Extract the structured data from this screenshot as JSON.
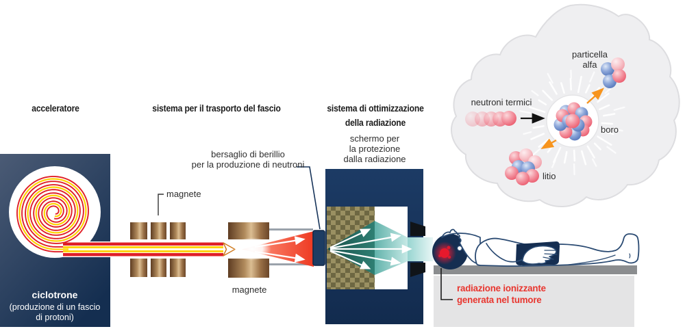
{
  "sections": {
    "accelerator_title": "acceleratore",
    "transport_title": "sistema per il trasporto del fascio",
    "optimization_title": "sistema di ottimizzazione\ndella radiazione"
  },
  "labels": {
    "shield": "schermo per\nla protezione\ndalla radiazione",
    "beryllium_target": "bersaglio di berillio\nper la produzione di neutroni",
    "magnet_top": "magnete",
    "magnet_bottom": "magnete",
    "cyclotron_title": "ciclotrone",
    "cyclotron_subtitle": "(produzione di un fascio\ndi protoni)",
    "tumor_radiation": "radiazione ionizzante\ngenerata nel tumore"
  },
  "inset": {
    "thermal_neutrons": "neutroni termici",
    "alpha_particle": "particella\nalfa",
    "boron": "boro",
    "lithium": "litio"
  },
  "colors": {
    "navy": "#16345c",
    "beam_red": "#e01f26",
    "beam_yellow": "#ffd200",
    "fan_red": "#ee3a22",
    "teal_dark": "#1f5f57",
    "teal_light": "#a9dcd8",
    "bronze": "#a87c51",
    "orange": "#f7941d",
    "alert_red": "#e8352e",
    "blob_gray": "#efeff1",
    "table_gray": "#8b8d8f"
  }
}
